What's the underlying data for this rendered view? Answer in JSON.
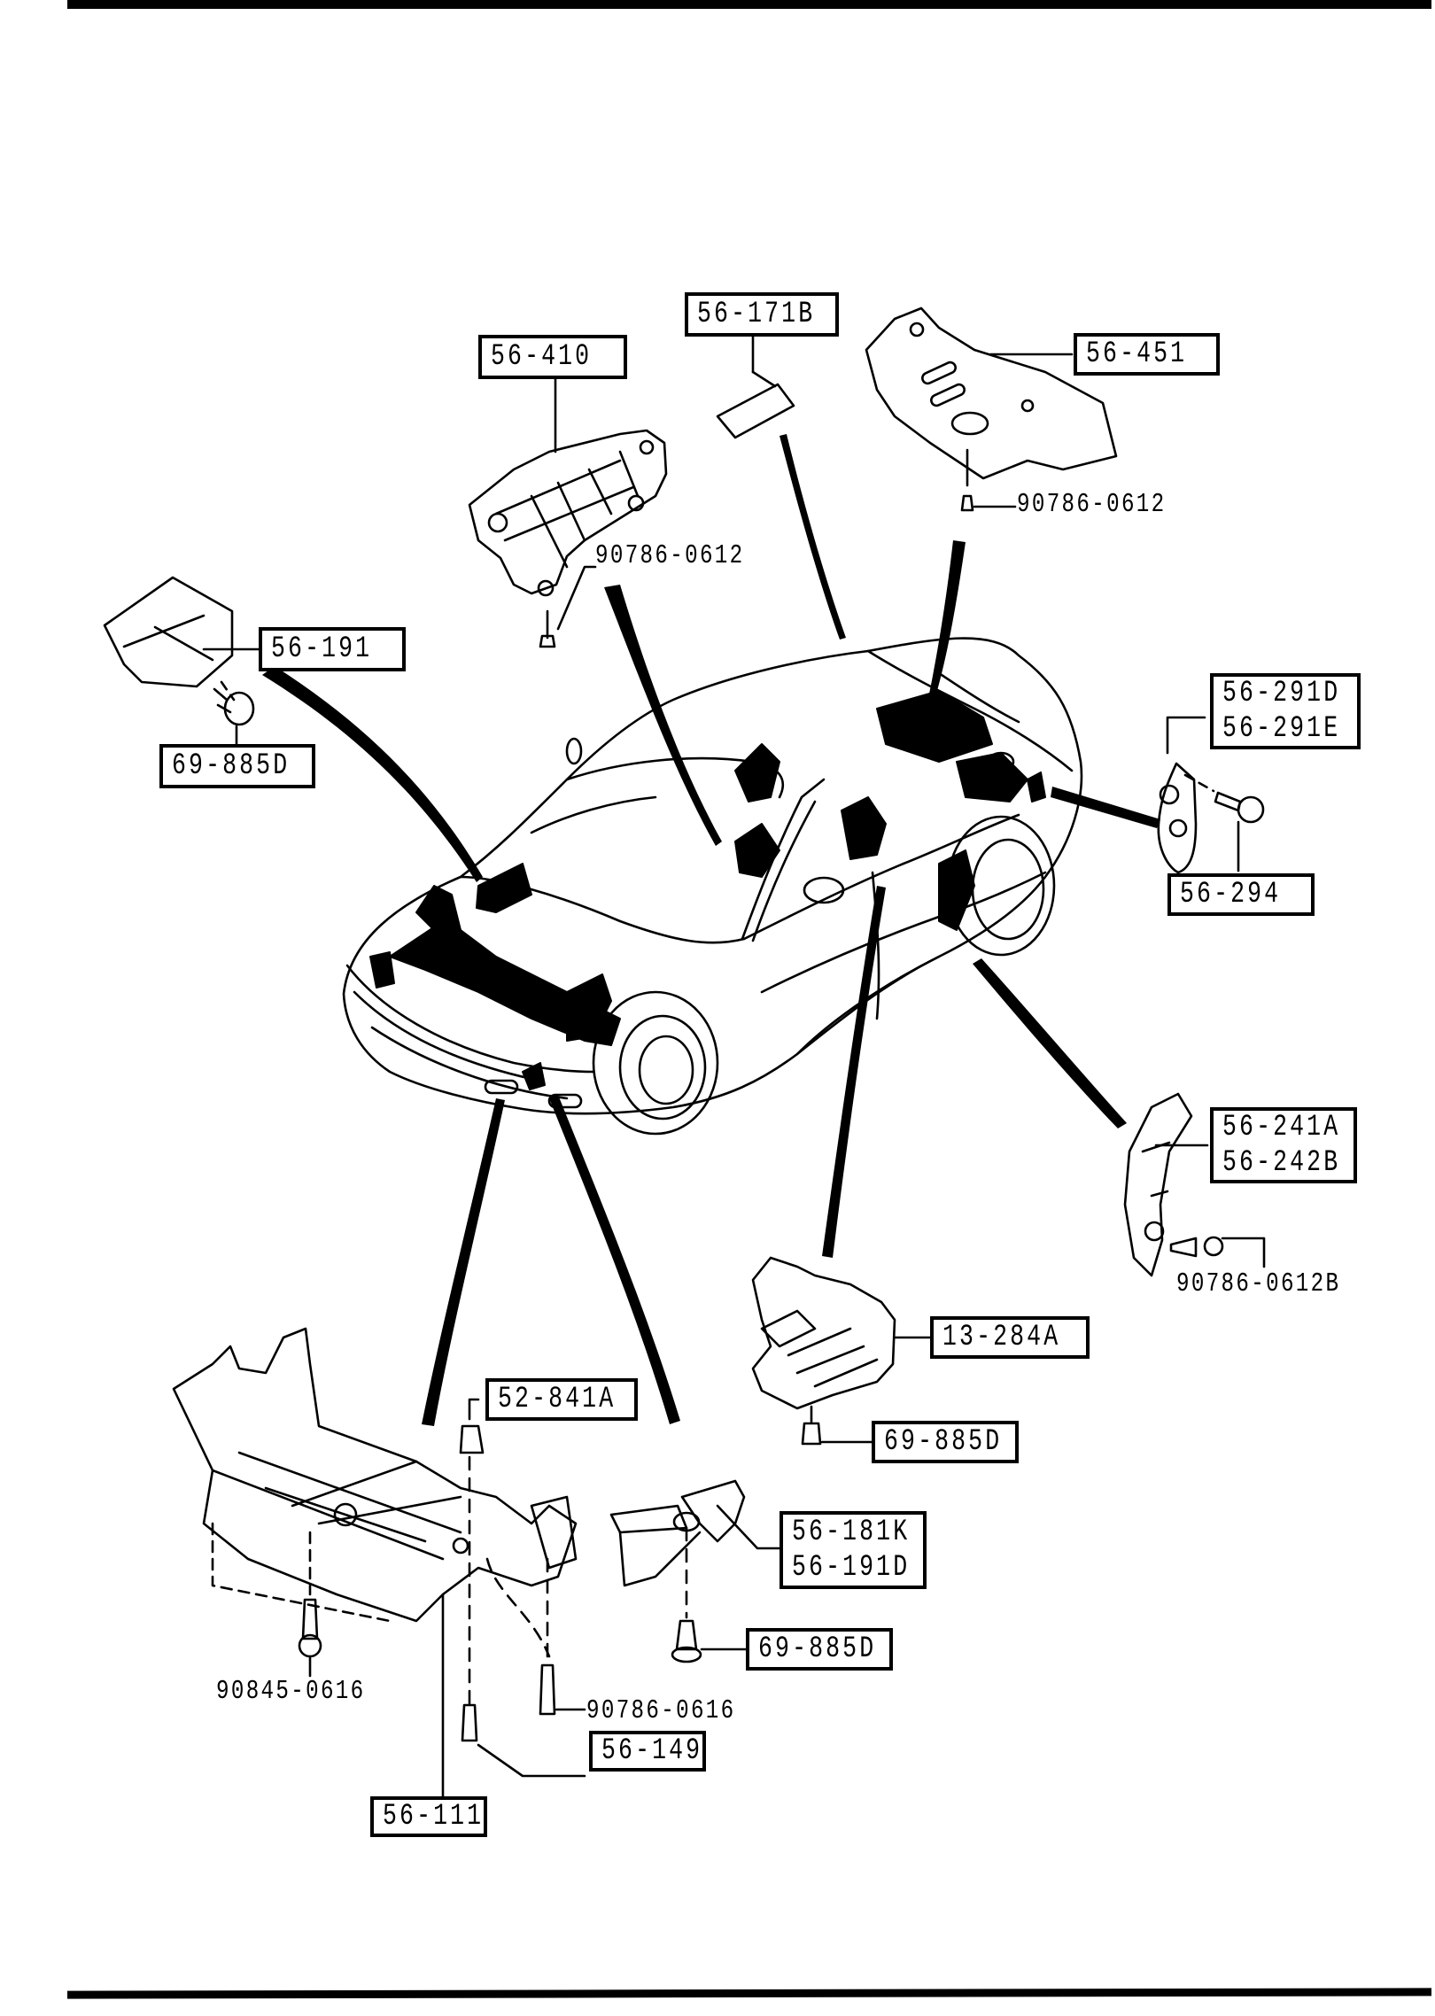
{
  "diagram": {
    "title": "Body splash shields / under covers – exploded parts diagram",
    "style": {
      "ink": "#000000",
      "paper": "#ffffff"
    },
    "callouts": [
      {
        "id": "c-56-410",
        "lines": [
          "56-410"
        ],
        "boxed": true
      },
      {
        "id": "c-56-171b",
        "lines": [
          "56-171B"
        ],
        "boxed": true
      },
      {
        "id": "c-56-451",
        "lines": [
          "56-451"
        ],
        "boxed": true
      },
      {
        "id": "c-90786-0612-a",
        "lines": [
          "90786-0612"
        ],
        "boxed": false
      },
      {
        "id": "c-90786-0612-b",
        "lines": [
          "90786-0612"
        ],
        "boxed": false
      },
      {
        "id": "c-56-191",
        "lines": [
          "56-191"
        ],
        "boxed": true
      },
      {
        "id": "c-69-885d-a",
        "lines": [
          "69-885D"
        ],
        "boxed": true
      },
      {
        "id": "c-56-291",
        "lines": [
          "56-291D",
          "56-291E"
        ],
        "boxed": true
      },
      {
        "id": "c-56-294",
        "lines": [
          "56-294"
        ],
        "boxed": true
      },
      {
        "id": "c-56-241",
        "lines": [
          "56-241A",
          "56-242B"
        ],
        "boxed": true
      },
      {
        "id": "c-90786-0612b",
        "lines": [
          "90786-0612B"
        ],
        "boxed": false
      },
      {
        "id": "c-13-284a",
        "lines": [
          "13-284A"
        ],
        "boxed": true
      },
      {
        "id": "c-69-885d-b",
        "lines": [
          "69-885D"
        ],
        "boxed": true
      },
      {
        "id": "c-52-841a",
        "lines": [
          "52-841A"
        ],
        "boxed": true
      },
      {
        "id": "c-56-181k",
        "lines": [
          "56-181K",
          "56-191D"
        ],
        "boxed": true
      },
      {
        "id": "c-69-885d-c",
        "lines": [
          "69-885D"
        ],
        "boxed": true
      },
      {
        "id": "c-90845-0616",
        "lines": [
          "90845-0616"
        ],
        "boxed": false
      },
      {
        "id": "c-90786-0616",
        "lines": [
          "90786-0616"
        ],
        "boxed": false
      },
      {
        "id": "c-56-149",
        "lines": [
          "56-149"
        ],
        "boxed": true
      },
      {
        "id": "c-56-111",
        "lines": [
          "56-111"
        ],
        "boxed": true
      }
    ]
  }
}
